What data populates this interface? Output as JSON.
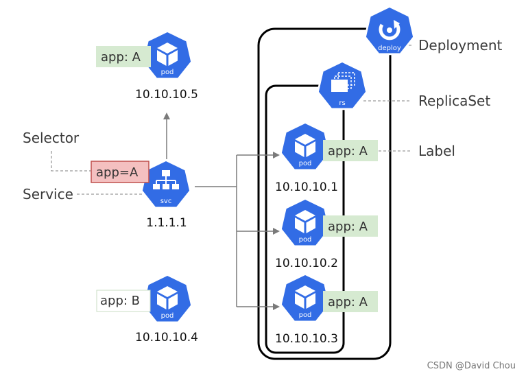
{
  "colors": {
    "k8s_blue": "#326ce5",
    "label_fill": "#d6ead1",
    "selector_fill": "#f4c0c0",
    "selector_border": "#c0504d",
    "arrow_gray": "#7a7a7a",
    "frame": "#000000"
  },
  "deployment": {
    "icon": "deploy-icon",
    "caption": "deploy",
    "annotation": "Deployment"
  },
  "replicaset": {
    "icon": "replicaset-icon",
    "caption": "rs",
    "annotation": "ReplicaSet"
  },
  "label_annotation": "Label",
  "selector_annotation": "Selector",
  "service": {
    "icon": "svc-icon",
    "caption": "svc",
    "annotation": "Service",
    "ip": "1.1.1.1",
    "selector": "app=A"
  },
  "pods": {
    "top": {
      "caption": "pod",
      "label": "app: A",
      "ip": "10.10.10.5"
    },
    "bottom": {
      "caption": "pod",
      "label": "app: B",
      "ip": "10.10.10.4"
    },
    "p1": {
      "caption": "pod",
      "label": "app: A",
      "ip": "10.10.10.1"
    },
    "p2": {
      "caption": "pod",
      "label": "app: A",
      "ip": "10.10.10.2"
    },
    "p3": {
      "caption": "pod",
      "label": "app: A",
      "ip": "10.10.10.3"
    }
  },
  "watermark": "CSDN @David Chou"
}
